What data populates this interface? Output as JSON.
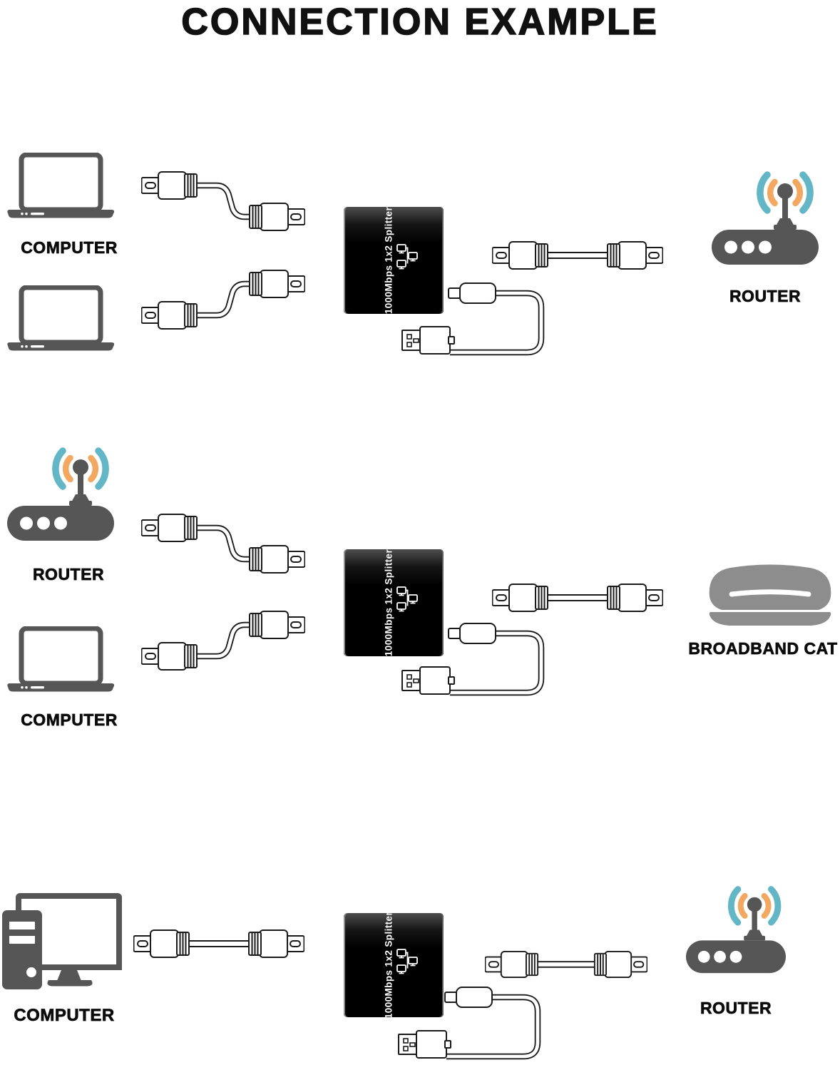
{
  "title": "CONNECTION EXAMPLE",
  "splitter": {
    "label": "1000Mbps 1x2 Splitter"
  },
  "labels": {
    "computer": "COMPUTER",
    "router": "ROUTER",
    "broadband_cat": "BROADBAND CAT"
  },
  "colors": {
    "device_gray": "#565656",
    "icon_gray": "#8d8d8d",
    "wifi_teal": "#63b6c6",
    "wifi_orange": "#f2a860",
    "line": "#1a1a1a",
    "text_black": "#111111"
  },
  "rows": [
    {
      "id": "row-1",
      "left_devices": [
        "COMPUTER",
        "COMPUTER"
      ],
      "center_device": "1000Mbps 1x2 Splitter",
      "right_device": "ROUTER"
    },
    {
      "id": "row-2",
      "left_devices": [
        "ROUTER",
        "COMPUTER"
      ],
      "center_device": "1000Mbps 1x2 Splitter",
      "right_device": "BROADBAND CAT"
    },
    {
      "id": "row-3",
      "left_devices": [
        "COMPUTER"
      ],
      "center_device": "1000Mbps 1x2 Splitter",
      "right_device": "ROUTER"
    }
  ]
}
